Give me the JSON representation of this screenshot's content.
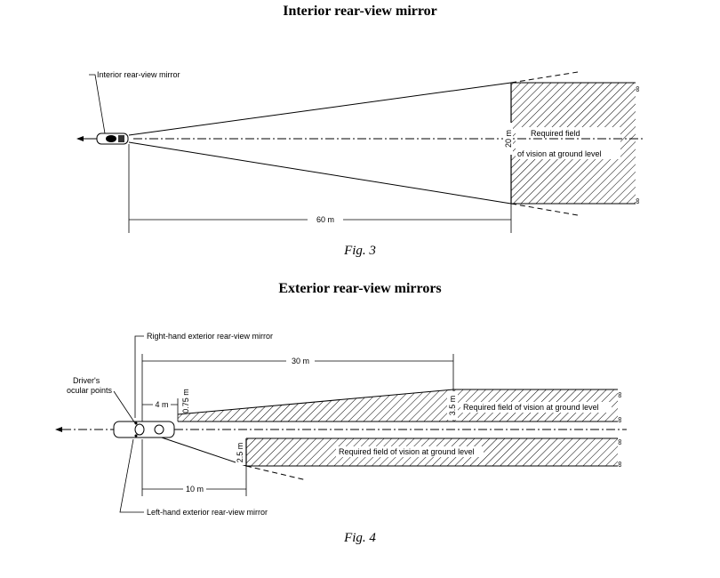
{
  "figure3": {
    "heading": "Interior rear-view mirror",
    "caption": "Fig. 3",
    "mirror_label": "Interior rear-view mirror",
    "distance_label": "60 m",
    "width_label": "20 m",
    "field_label_line1": "Required field",
    "field_label_line2": "of vision at ground level",
    "infinity_symbol": "∞"
  },
  "figure4": {
    "heading": "Exterior rear-view mirrors",
    "caption": "Fig. 4",
    "right_mirror_label": "Right-hand exterior rear-view mirror",
    "left_mirror_label": "Left-hand exterior rear-view mirror",
    "ocular_label_line1": "Driver's",
    "ocular_label_line2": "ocular points",
    "dist_30_label": "30 m",
    "dist_4_label": "4 m",
    "dist_10_label": "10 m",
    "width_075_label": "0.75 m",
    "width_35_label": "3.5 m",
    "width_25_label": "2.5 m",
    "right_field_label": "Required field of vision at ground level",
    "left_field_label": "Required field of vision at ground level",
    "infinity_symbol": "∞"
  }
}
